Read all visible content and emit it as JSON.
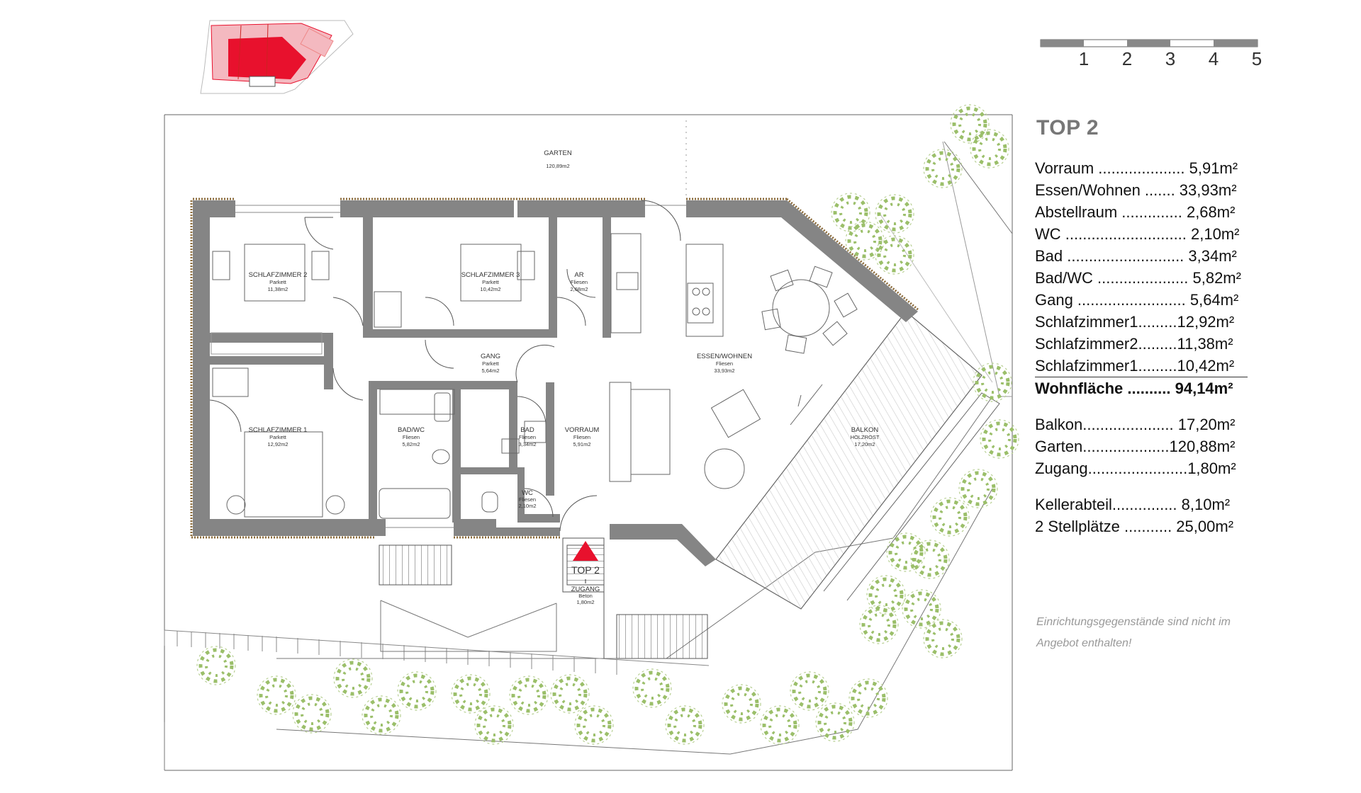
{
  "apartment": {
    "title": "TOP 2"
  },
  "scale_bar": {
    "labels": [
      "1",
      "2",
      "3",
      "4",
      "5"
    ]
  },
  "rooms": {
    "garten": {
      "name": "GARTEN",
      "area": "120,89m2"
    },
    "schlafzimmer2": {
      "name": "SCHLAFZIMMER 2",
      "floor": "Parkett",
      "area": "11,38m2"
    },
    "schlafzimmer3": {
      "name": "SCHLAFZIMMER 3",
      "floor": "Parkett",
      "area": "10,42m2"
    },
    "ar": {
      "name": "AR",
      "floor": "Fliesen",
      "area": "2,68m2"
    },
    "gang": {
      "name": "GANG",
      "floor": "Parkett",
      "area": "5,64m2"
    },
    "essen": {
      "name": "ESSEN/WOHNEN",
      "floor": "Fliesen",
      "area": "33,93m2"
    },
    "schlafzimmer1": {
      "name": "SCHLAFZIMMER 1",
      "floor": "Parkett",
      "area": "12,92m2"
    },
    "badwc": {
      "name": "BAD/WC",
      "floor": "Fliesen",
      "area": "5,82m2"
    },
    "bad": {
      "name": "BAD",
      "floor": "Fliesen",
      "area": "3,34m2"
    },
    "vorraum": {
      "name": "VORRAUM",
      "floor": "Fliesen",
      "area": "5,91m2"
    },
    "wc": {
      "name": "WC",
      "floor": "Fliesen",
      "area": "2,10m2"
    },
    "balkon": {
      "name": "BALKON",
      "floor": "HOLZROST",
      "area": "17,20m2"
    },
    "zugang": {
      "name": "ZUGANG",
      "floor": "Beton",
      "area": "1,80m2"
    }
  },
  "entrance_label": "TOP 2",
  "area_list": [
    "Vorraum .................... 5,91m²",
    "Essen/Wohnen ....... 33,93m²",
    "Abstellraum .............. 2,68m²",
    "WC ............................ 2,10m²",
    "Bad ........................... 3,34m²",
    "Bad/WC ..................... 5,82m²",
    "Gang ......................... 5,64m²",
    "Schlafzimmer1.........12,92m²",
    "Schlafzimmer2.........11,38m²",
    "Schlafzimmer1.........10,42m²"
  ],
  "total": "Wohnfläche .......... 94,14m²",
  "extras_list": [
    "Balkon..................... 17,20m²",
    "Garten....................120,88m²",
    "Zugang.......................1,80m²"
  ],
  "storage_list": [
    "Kellerabteil............... 8,10m²",
    "2 Stellplätze ........... 25,00m²"
  ],
  "note": "Einrichtungsgegenstände sind nicht im Angebot enthalten!",
  "colors": {
    "wall": "#858585",
    "accent": "#e8112d",
    "tree": "#9bbf6a",
    "highlight": "#e8112d"
  }
}
